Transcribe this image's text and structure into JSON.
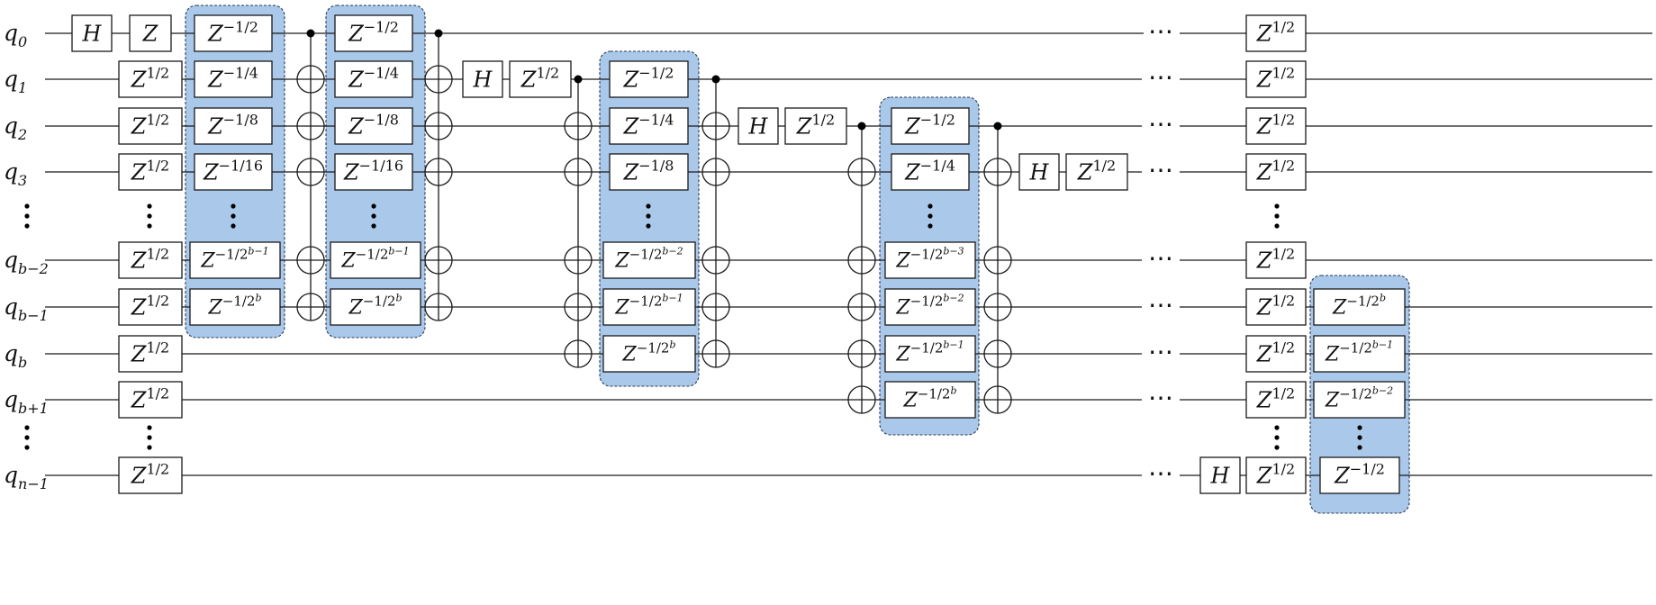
{
  "qubit_labels": [
    {
      "base": "q",
      "sub": "0"
    },
    {
      "base": "q",
      "sub": "1"
    },
    {
      "base": "q",
      "sub": "2"
    },
    {
      "base": "q",
      "sub": "3"
    },
    {
      "base": "q",
      "sub": "b−2"
    },
    {
      "base": "q",
      "sub": "b−1"
    },
    {
      "base": "q",
      "sub": "b"
    },
    {
      "base": "q",
      "sub": "b+1"
    },
    {
      "base": "q",
      "sub": "n−1"
    }
  ],
  "gate_text": {
    "H": {
      "base": "H"
    },
    "Z": {
      "base": "Z"
    },
    "Z_half": {
      "base": "Z",
      "exp": "1/2"
    },
    "Zm2": {
      "base": "Z",
      "exp": "−1/2"
    },
    "Zm4": {
      "base": "Z",
      "exp": "−1/4"
    },
    "Zm8": {
      "base": "Z",
      "exp": "−1/8"
    },
    "Zm16": {
      "base": "Z",
      "exp": "−1/16"
    },
    "Zmb": {
      "base": "Z",
      "exp": "−1/2",
      "exp2": "b"
    },
    "Zmb1": {
      "base": "Z",
      "exp": "−1/2",
      "exp2": "b−1"
    },
    "Zmb2": {
      "base": "Z",
      "exp": "−1/2",
      "exp2": "b−2"
    },
    "Zmb3": {
      "base": "Z",
      "exp": "−1/2",
      "exp2": "b−3"
    }
  },
  "ellipsis": "⋯"
}
